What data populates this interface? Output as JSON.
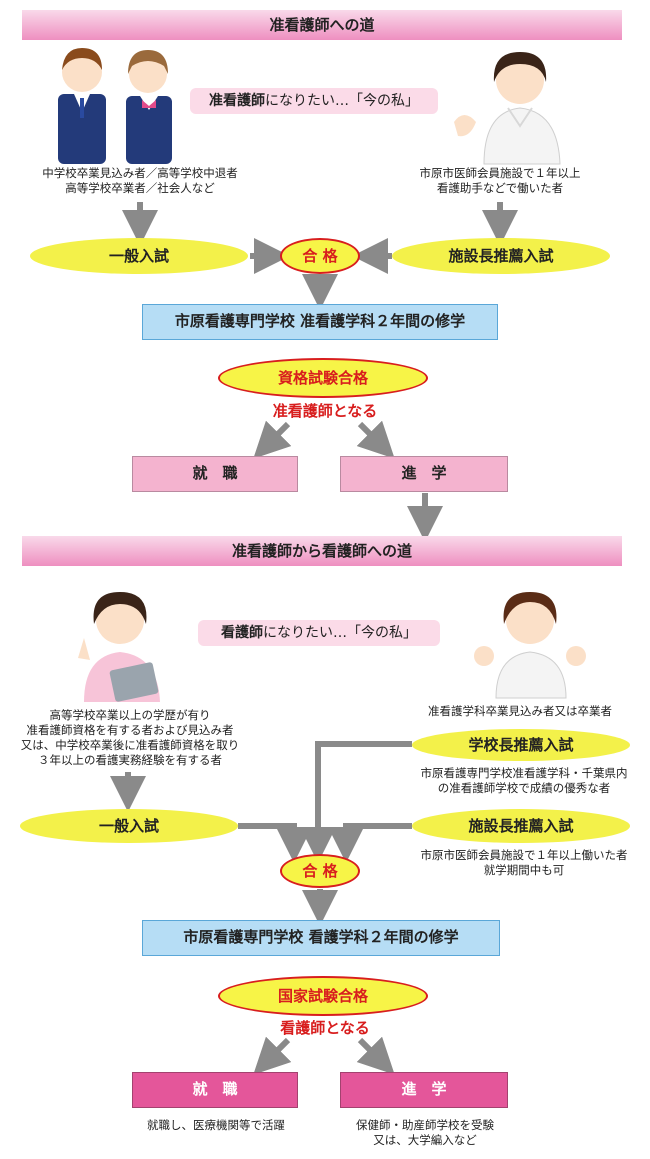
{
  "section1": {
    "title": "准看護師への道",
    "bubble_bold": "准看護師",
    "bubble_rest": "になりたい…「今の私」",
    "left_caption": [
      "中学校卒業見込み者／高等学校中退者",
      "高等学校卒業者／社会人など"
    ],
    "right_caption": [
      "市原市医師会員施設で１年以上",
      "看護助手などで働いた者"
    ],
    "general_exam": "一般入試",
    "pass": "合 格",
    "facility_exam": "施設長推薦入試",
    "study": "市原看護専門学校 准看護学科２年間の修学",
    "qualification_exam": "資格試験合格",
    "become": "准看護師となる",
    "employment": "就　職",
    "advance": "進　学"
  },
  "section2": {
    "title": "准看護師から看護師への道",
    "bubble_bold": "看護師",
    "bubble_rest": "になりたい…「今の私」",
    "left_caption": [
      "高等学校卒業以上の学歴が有り",
      "准看護師資格を有する者および見込み者",
      "又は、中学校卒業後に准看護師資格を取り",
      "３年以上の看護実務経験を有する者"
    ],
    "right_top_caption": "准看護学科卒業見込み者又は卒業者",
    "principal_exam": "学校長推薦入試",
    "principal_caption": [
      "市原看護専門学校准看護学科・千葉県内",
      "の准看護師学校で成績の優秀な者"
    ],
    "general_exam": "一般入試",
    "facility_exam": "施設長推薦入試",
    "facility_caption": [
      "市原市医師会員施設で１年以上働いた者",
      "就学期間中も可"
    ],
    "pass": "合 格",
    "study": "市原看護専門学校 看護学科２年間の修学",
    "national_exam": "国家試験合格",
    "become": "看護師となる",
    "employment": "就　職",
    "advance": "進　学",
    "employment_caption": "就職し、医療機関等で活躍",
    "advance_caption": [
      "保健師・助産師学校を受験",
      "又は、大学編入など"
    ]
  },
  "colors": {
    "band": "#ee8fc0",
    "oval": "#f3f14a",
    "red": "#d81e1e",
    "blue_box": "#b6ddf5",
    "pink_box": "#f4b3cf",
    "magenta_box": "#e4569a",
    "arrow": "#8a8a8a"
  }
}
